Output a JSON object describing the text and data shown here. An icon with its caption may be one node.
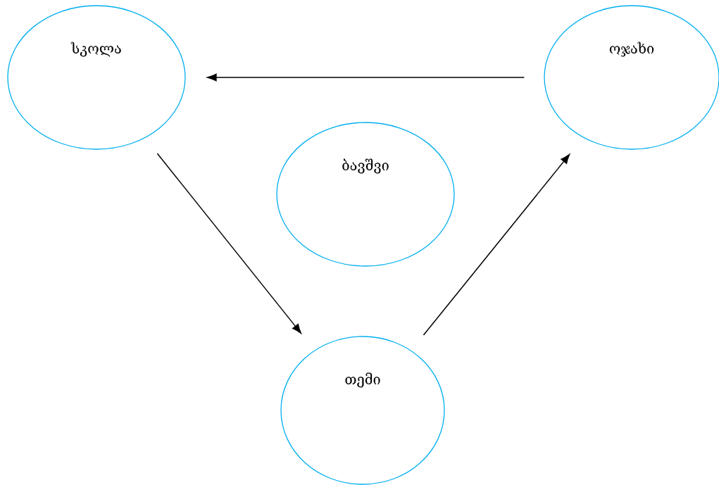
{
  "diagram": {
    "nodes": [
      {
        "text": [
          "სკოლა"
        ]
      },
      {
        "text": [
          "ოჯახი"
        ]
      },
      {
        "text": [
          "ბავშვი"
        ]
      },
      {
        "text": [
          "თემი"
        ]
      }
    ],
    "edges": [
      {
        "from": 1,
        "to": 0,
        "arrow": "to"
      },
      {
        "from": 0,
        "to": 3,
        "arrow": "to"
      },
      {
        "from": 3,
        "to": 1,
        "arrow": "to"
      }
    ]
  }
}
